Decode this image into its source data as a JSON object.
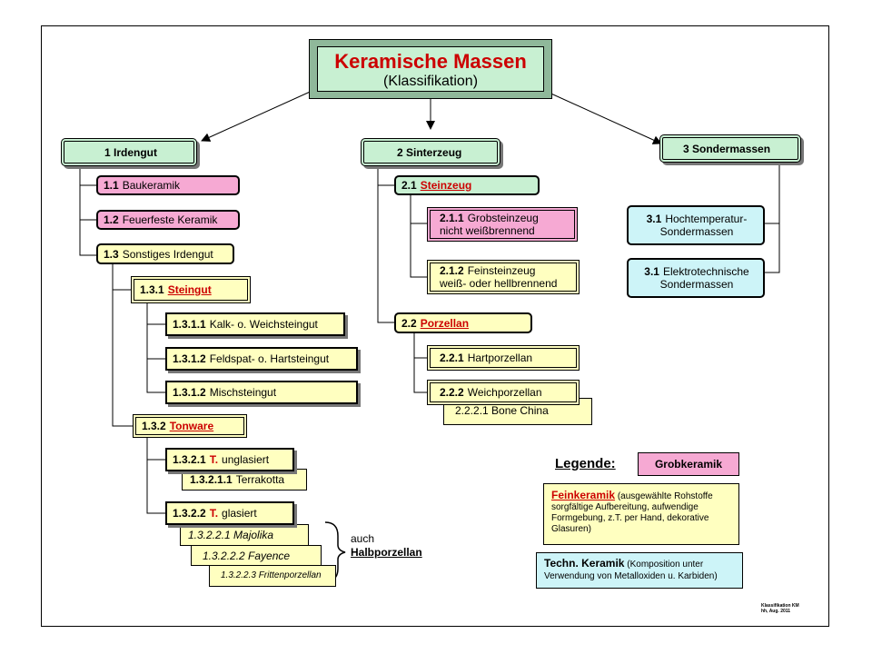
{
  "title": {
    "main": "Keramische Massen",
    "sub": "(Klassifikation)"
  },
  "level1": [
    {
      "label": "1 Irdengut"
    },
    {
      "label": "2 Sinterzeug"
    },
    {
      "label": "3 Sondermassen"
    }
  ],
  "irdengut": {
    "n1": "1.1",
    "t1": "Baukeramik",
    "n2": "1.2",
    "t2": "Feuerfeste Keramik",
    "n3": "1.3",
    "t3": "Sonstiges Irdengut",
    "steingut": {
      "num": "1.3.1",
      "name": "Steingut"
    },
    "s1": {
      "num": "1.3.1.1",
      "text": "Kalk- o. Weichsteingut"
    },
    "s2": {
      "num": "1.3.1.2",
      "text": "Feldspat- o. Hartsteingut"
    },
    "s3": {
      "num": "1.3.1.2",
      "text": "Mischsteingut"
    },
    "tonware": {
      "num": "1.3.2",
      "name": "Tonware"
    },
    "t_ung": {
      "num": "1.3.2.1",
      "t": "T.",
      "text": "unglasiert"
    },
    "terrakotta": {
      "num": "1.3.2.1.1",
      "text": "Terrakotta"
    },
    "t_gla": {
      "num": "1.3.2.2",
      "t": "T.",
      "text": "glasiert"
    },
    "majolika": "1.3.2.2.1 Majolika",
    "fayence": "1.3.2.2.2 Fayence",
    "fritten": "1.3.2.2.3 Frittenporzellan",
    "auch": "auch",
    "halbporzellan": "Halbporzellan"
  },
  "sinterzeug": {
    "steinzeug": {
      "num": "2.1",
      "name": "Steinzeug"
    },
    "grob": {
      "num": "2.1.1",
      "line1": "Grobsteinzeug",
      "line2": "nicht weißbrennend"
    },
    "fein": {
      "num": "2.1.2",
      "line1": "Feinsteinzeug",
      "line2": "weiß- oder hellbrennend"
    },
    "porzellan": {
      "num": "2.2",
      "name": "Porzellan"
    },
    "hart": {
      "num": "2.2.1",
      "text": "Hartporzellan"
    },
    "weich": {
      "num": "2.2.2",
      "text": "Weichporzellan"
    },
    "bone": "2.2.2.1 Bone China"
  },
  "sondermassen": {
    "hoch": {
      "num": "3.1",
      "line1": "Hochtemperatur-",
      "line2": "Sondermassen"
    },
    "elektro": {
      "num": "3.1",
      "line1": "Elektrotechnische",
      "line2": "Sondermassen"
    }
  },
  "legend": {
    "title": "Legende:",
    "grob": "Grobkeramik",
    "fein_name": "Feinkeramik",
    "fein_text": "(ausgewählte Rohstoffe sorgfältige Aufbereitung, aufwendige Formgebung, z.T. per Hand, dekorative Glasuren)",
    "techn_name": "Techn. Keramik",
    "techn_text": "(Komposition unter Verwendung von Metalloxiden u. Karbiden)"
  },
  "footer": {
    "line1": "Klassifikation KM",
    "line2": "hh, Aug. 2011"
  },
  "colors": {
    "grob": "#f6a9d3",
    "fein": "#ffffc0",
    "techn": "#cdf4f8",
    "level": "#c8f0d2",
    "accent": "#cc0000"
  }
}
